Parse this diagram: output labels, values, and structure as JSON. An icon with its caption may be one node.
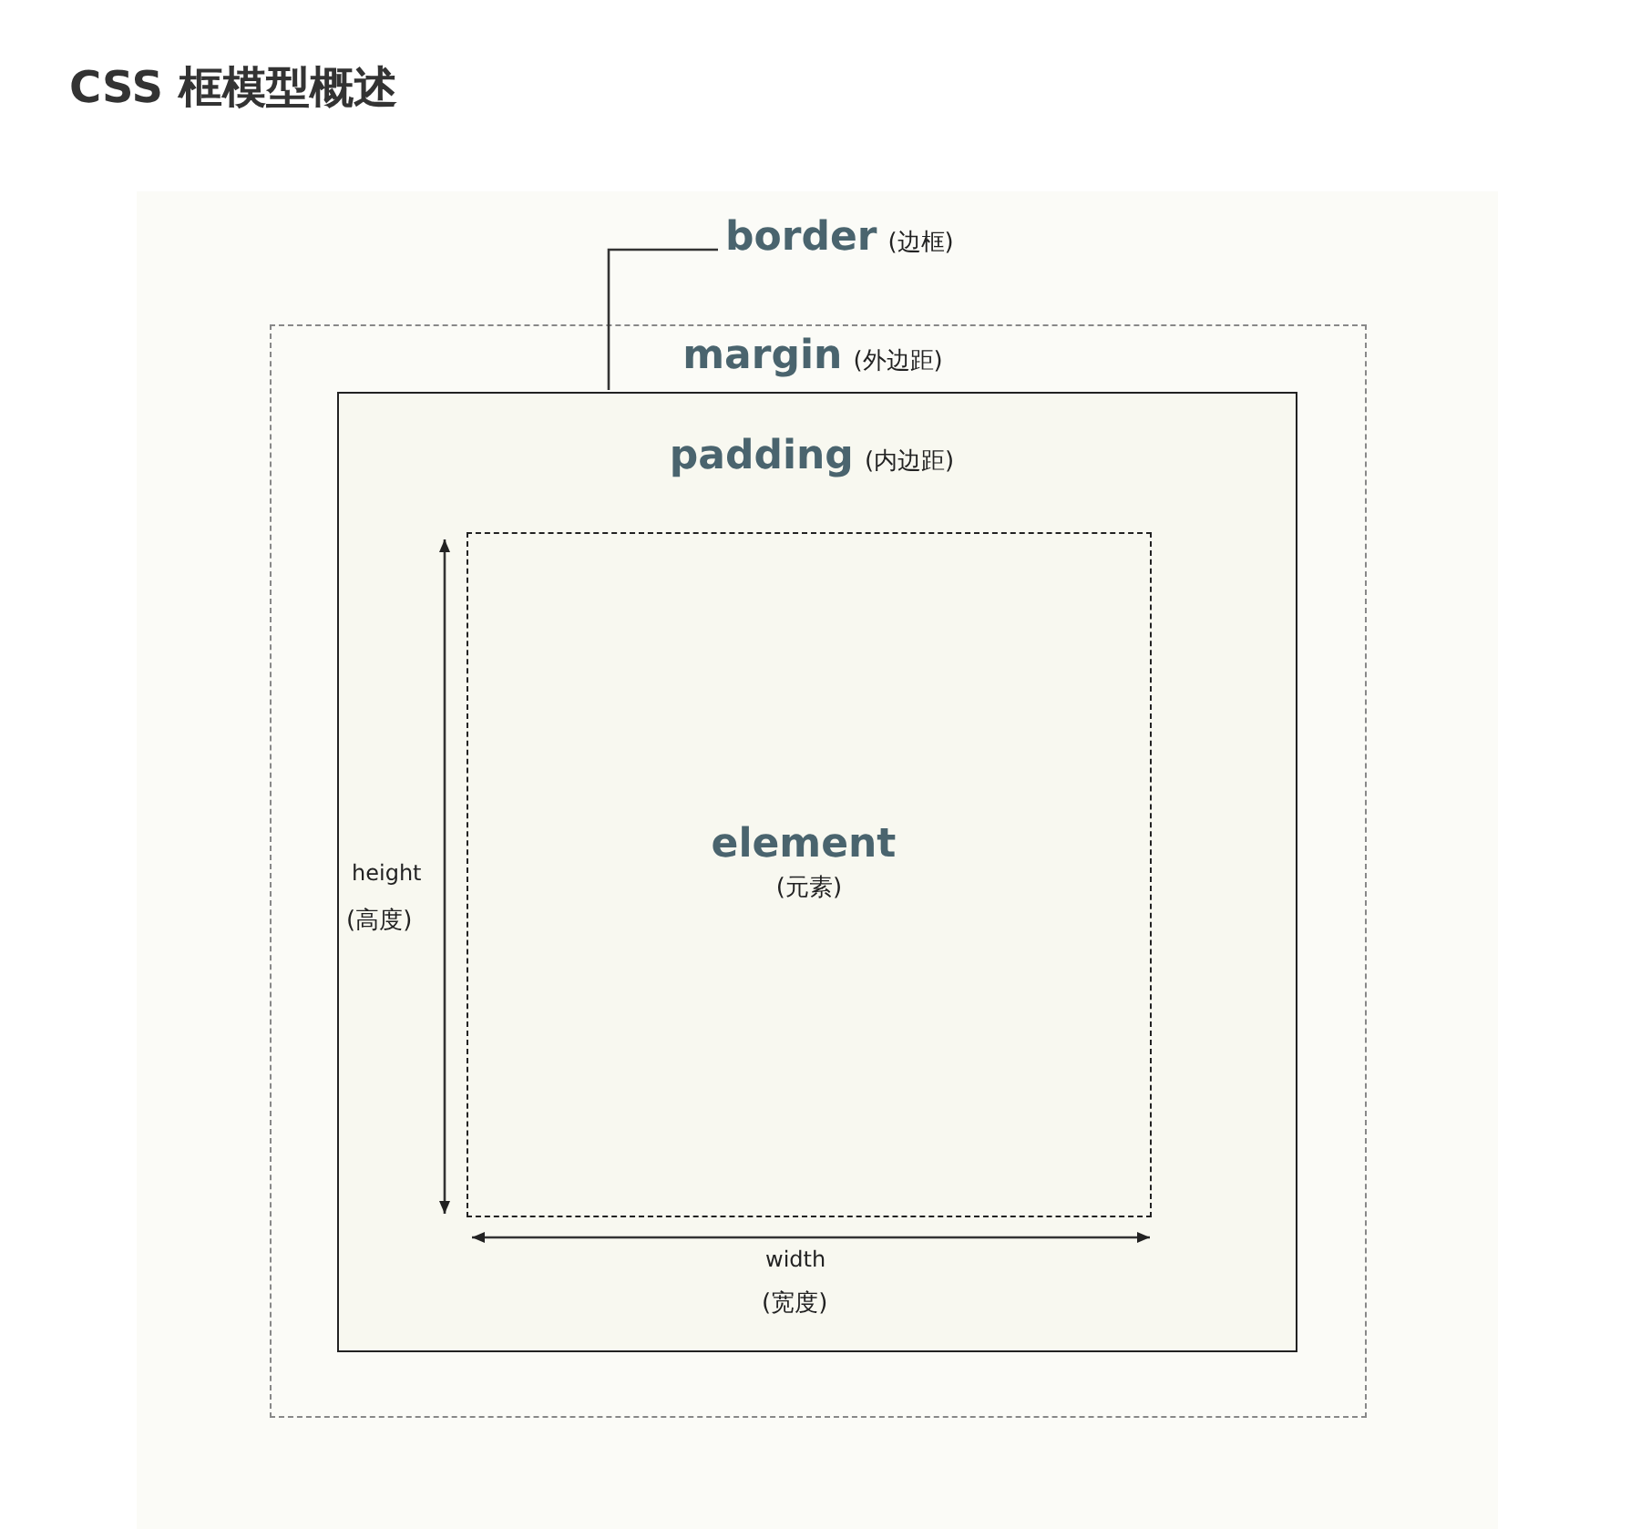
{
  "diagram": {
    "title": "CSS 框模型概述",
    "nodes": [
      {
        "text": [
          "margin",
          "(外边距)"
        ]
      },
      {
        "text": [
          "padding",
          "(内边距)"
        ],
        "in": 0
      },
      {
        "text": [
          "element",
          "(元素)"
        ],
        "in": 1
      },
      {
        "text": [
          "border",
          "(边框)"
        ]
      }
    ],
    "edges": [
      {
        "from": 3,
        "to": 1,
        "arrow": "none"
      }
    ],
    "labels": [
      "height",
      "(高度)",
      "width",
      "(宽度)"
    ]
  }
}
